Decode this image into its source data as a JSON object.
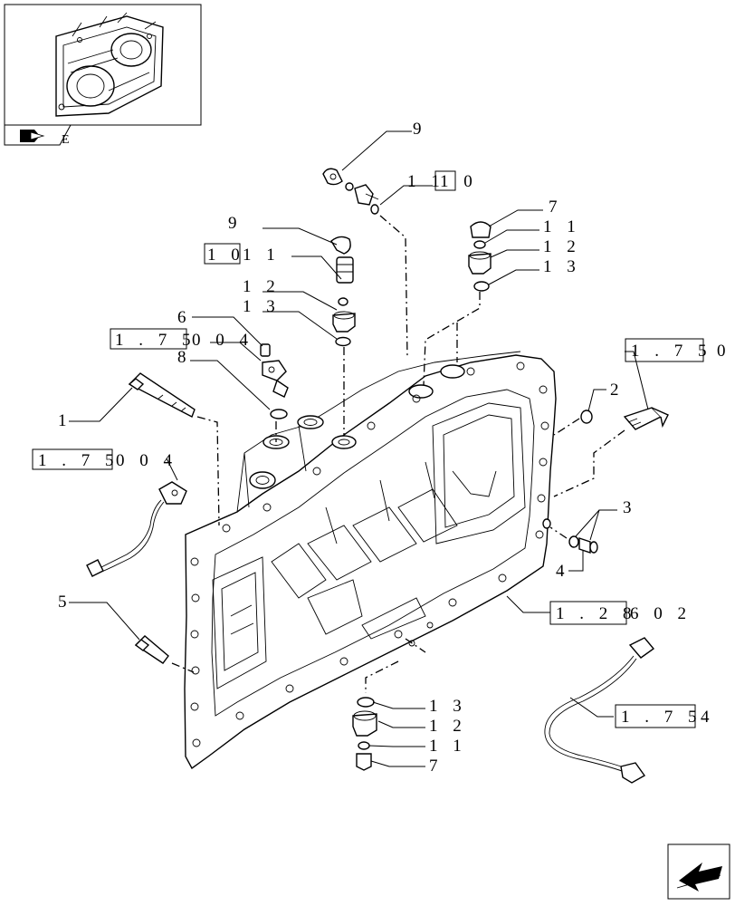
{
  "thumbnail": {
    "corner_letter": "E"
  },
  "callouts": [
    {
      "id": "c9a",
      "text": "9"
    },
    {
      "id": "c1110",
      "boxed": "1 1",
      "tail": "1 0"
    },
    {
      "id": "c9b",
      "text": "9"
    },
    {
      "id": "c1011",
      "boxed": "1 0",
      "tail": "1 1"
    },
    {
      "id": "c12a",
      "text": "1 2"
    },
    {
      "id": "c13a",
      "text": "1 3"
    },
    {
      "id": "c6",
      "text": "6"
    },
    {
      "id": "c175004a",
      "boxed": "1 . 7 5",
      "tail": "0   0 4"
    },
    {
      "id": "c8",
      "text": "8"
    },
    {
      "id": "c1",
      "text": "1"
    },
    {
      "id": "c175004b",
      "boxed": "1 . 7 5",
      "tail": "0   0 4"
    },
    {
      "id": "c5",
      "text": "5"
    },
    {
      "id": "c7a",
      "text": "7"
    },
    {
      "id": "c11a",
      "text": "1 1"
    },
    {
      "id": "c12b",
      "text": "1 2"
    },
    {
      "id": "c13b",
      "text": "1 3"
    },
    {
      "id": "c1750",
      "boxed": "1 . 7 5",
      "tail": "0"
    },
    {
      "id": "c2",
      "text": "2"
    },
    {
      "id": "c3",
      "text": "3"
    },
    {
      "id": "c4",
      "text": "4"
    },
    {
      "id": "c128602",
      "boxed": "1 . 2 8",
      "tail": "6   0 2"
    },
    {
      "id": "c13c",
      "text": "1 3"
    },
    {
      "id": "c12c",
      "text": "1 2"
    },
    {
      "id": "c11c",
      "text": "1 1"
    },
    {
      "id": "c7b",
      "text": "7"
    },
    {
      "id": "c1754",
      "boxed": "1 . 7 5",
      "tail": "4"
    }
  ],
  "nav": {
    "next_icon": "arrow-next-icon"
  }
}
